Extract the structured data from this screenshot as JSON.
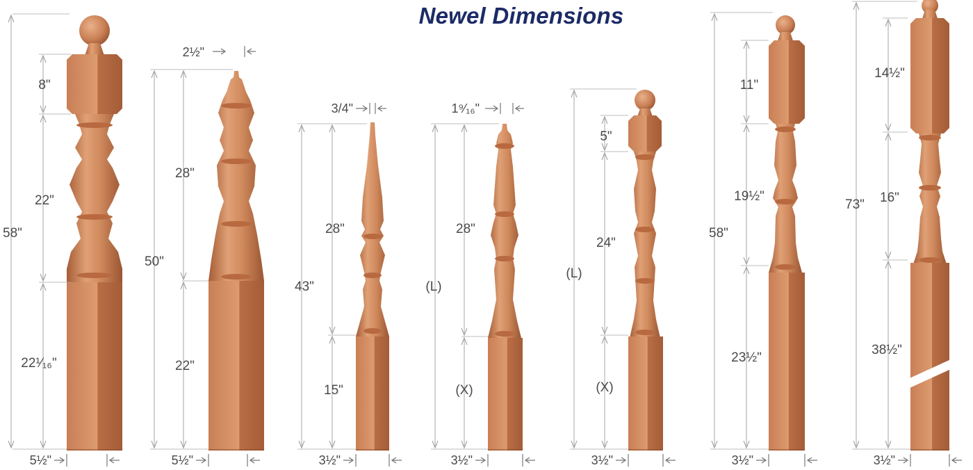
{
  "title": "Newel Dimensions",
  "colors": {
    "title": "#1c2b66",
    "wood_light": "#dc9a6f",
    "wood_mid": "#c47c50",
    "wood_dark": "#9a5633",
    "dimension_line": "#a6a6a6",
    "label": "#4a4a4a"
  },
  "newels": [
    {
      "name": "newel-1",
      "overall": "58\"",
      "segments": [
        "8\"",
        "22\"",
        "22¹⁄₁₆\""
      ],
      "width": "5½\""
    },
    {
      "name": "newel-2",
      "overall": "50\"",
      "top_width": "2½\"",
      "segments": [
        "28\"",
        "22\""
      ],
      "width": "5½\""
    },
    {
      "name": "newel-3",
      "overall": "43\"",
      "top_width": "3/4\"",
      "segments": [
        "28\"",
        "15\""
      ],
      "width": "3½\""
    },
    {
      "name": "newel-4",
      "overall": "(L)",
      "top_width": "1⁹⁄₁₆\"",
      "segments": [
        "28\"",
        "(X)"
      ],
      "width": "3½\""
    },
    {
      "name": "newel-5",
      "overall": "(L)",
      "segments": [
        "5\"",
        "24\"",
        "(X)"
      ],
      "width": "3½\""
    },
    {
      "name": "newel-6",
      "overall": "58\"",
      "segments": [
        "11\"",
        "19½\"",
        "23½\""
      ],
      "width": "3½\""
    },
    {
      "name": "newel-7",
      "overall": "73\"",
      "segments": [
        "14½\"",
        "16\"",
        "38½\""
      ],
      "width": "3½\""
    }
  ]
}
